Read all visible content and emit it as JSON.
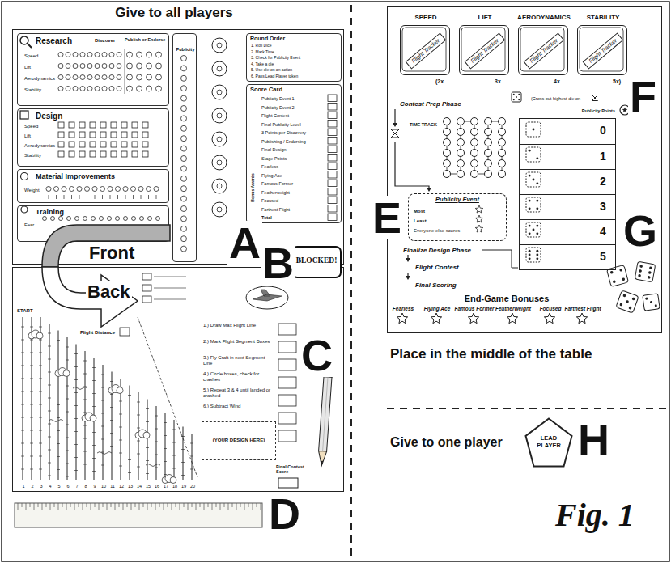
{
  "diagram": {
    "caption": "Fig. 1",
    "nodes": [
      {
        "text": [
          "A"
        ]
      },
      {
        "text": [
          "Research",
          "Discover",
          "Publish or Endorse",
          "Speed",
          "Lift",
          "Aerodynamics",
          "Stability"
        ],
        "in": 0
      },
      {
        "text": [
          "Design",
          "Speed",
          "Lift",
          "Aerodynamics",
          "Stability"
        ],
        "in": 0
      },
      {
        "text": [
          "Material Improvements",
          "Weight"
        ],
        "in": 0
      },
      {
        "text": [
          "Training",
          "Fear"
        ],
        "in": 0
      },
      {
        "text": [
          "Publicity"
        ],
        "in": 0
      },
      {
        "text": [
          "Round Order",
          "1. Roll Dice",
          "2. Mark Time",
          "3. Check for Publicity Event",
          "4. Take a die",
          "5. Use die on an action",
          "6. Pass Lead Player token"
        ],
        "in": 0
      },
      {
        "text": [
          "Score Card",
          "Publicity Event 1",
          "Publicity Event 2",
          "Flight Contest",
          "Final Publicity Level",
          "3 Points per Discovery",
          "Publishing / Endorsing",
          "Final Design",
          "Stage Points",
          "Bonus Awards",
          "Fearless",
          "Flying Ace",
          "Famous Former",
          "Featherweight",
          "Focused",
          "Farthest Flight",
          "Total"
        ],
        "in": 0
      },
      {
        "text": [
          "START",
          "Flight Distance",
          "1.) Draw Max Flight Line",
          "2.) Mark Flight Segment Boxes",
          "3.) Fly Craft in next Segment Line",
          "4.) Circle boxes, check for crashes",
          "5.) Repeat 3 & 4 until landed or crashed",
          "6.) Subtract Wind",
          "Final Contest Score",
          "1",
          "2",
          "3",
          "4",
          "5",
          "6",
          "7",
          "8",
          "9",
          "10",
          "11",
          "12",
          "13",
          "14",
          "15",
          "16",
          "17",
          "18",
          "19",
          "20"
        ]
      },
      {
        "text": [
          "(YOUR DESIGN HERE)"
        ],
        "in": 8
      },
      {
        "text": [
          "Contest Prep Phase",
          "(Cross out highest die on",
          "TIME TRACK",
          "Finalize Design Phase",
          "Flight Contest",
          "Final Scoring",
          "End-Game Bonuses",
          "Fearless",
          "Flying Ace",
          "Famous Former",
          "Featherweight",
          "Focused",
          "Farthest Flight",
          "(2x",
          "3x",
          "4x",
          "5x)"
        ]
      },
      {
        "text": [
          "SPEED",
          "Flight Tracker"
        ],
        "in": 10
      },
      {
        "text": [
          "LIFT",
          "Flight Tracker"
        ],
        "in": 10
      },
      {
        "text": [
          "AERODYNAMICS",
          "Flight Tracker"
        ],
        "in": 10
      },
      {
        "text": [
          "STABILITY",
          "Flight Tracker"
        ],
        "in": 10
      },
      {
        "text": [
          "Publicity Event",
          "Most",
          "Least",
          "Everyone else scores"
        ],
        "in": 10
      },
      {
        "text": [
          "Publicity Points"
        ],
        "in": 10
      },
      {
        "text": [
          "0"
        ],
        "in": 16
      },
      {
        "text": [
          "1"
        ],
        "in": 16
      },
      {
        "text": [
          "2"
        ],
        "in": 16
      },
      {
        "text": [
          "3"
        ],
        "in": 16
      },
      {
        "text": [
          "4"
        ],
        "in": 16
      },
      {
        "text": [
          "5"
        ],
        "in": 16
      },
      {
        "text": [
          "BLOCKED!"
        ]
      },
      {
        "text": [
          "LEAD PLAYER"
        ]
      }
    ],
    "labels": [
      "Give to all players",
      "Front",
      "Back",
      "B",
      "C",
      "D",
      "E",
      "F",
      "G",
      "H",
      "Place in the middle of the table",
      "Give to one player"
    ]
  }
}
